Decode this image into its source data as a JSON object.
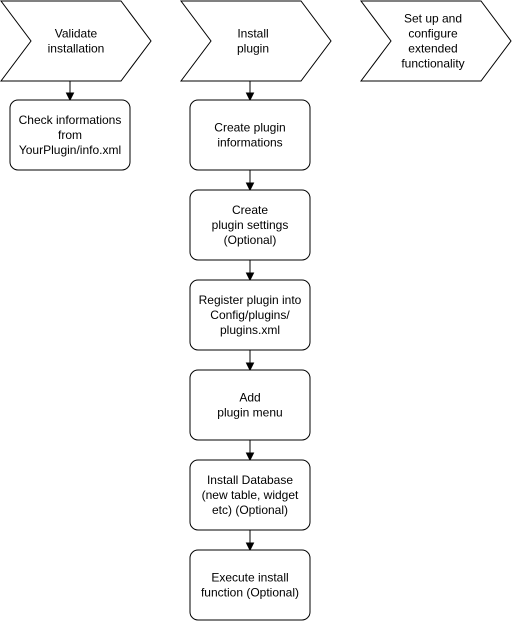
{
  "phases": [
    {
      "id": "validate",
      "lines": [
        "Validate",
        "installation"
      ]
    },
    {
      "id": "install",
      "lines": [
        "Install",
        "plugin"
      ]
    },
    {
      "id": "extend",
      "lines": [
        "Set up and",
        "configure",
        "extended",
        "functionality"
      ]
    }
  ],
  "steps": [
    {
      "id": "check-info",
      "phase": "validate",
      "lines": [
        "Check informations",
        "from",
        "YourPlugin/info.xml"
      ]
    },
    {
      "id": "create-info",
      "phase": "install",
      "lines": [
        "Create plugin",
        "informations"
      ]
    },
    {
      "id": "create-settings",
      "phase": "install",
      "lines": [
        "Create",
        "plugin settings",
        "(Optional)"
      ]
    },
    {
      "id": "register-plugin",
      "phase": "install",
      "lines": [
        "Register plugin into",
        "Config/plugins/",
        "plugins.xml"
      ]
    },
    {
      "id": "add-menu",
      "phase": "install",
      "lines": [
        "Add",
        "plugin menu"
      ]
    },
    {
      "id": "install-db",
      "phase": "install",
      "lines": [
        "Install Database",
        "(new table, widget",
        "etc) (Optional)"
      ]
    },
    {
      "id": "execute-install",
      "phase": "install",
      "lines": [
        "Execute install",
        "function (Optional)"
      ]
    }
  ],
  "connections": [
    {
      "from": "validate",
      "to": "check-info"
    },
    {
      "from": "install",
      "to": "create-info"
    },
    {
      "from": "create-info",
      "to": "create-settings"
    },
    {
      "from": "create-settings",
      "to": "register-plugin"
    },
    {
      "from": "register-plugin",
      "to": "add-menu"
    },
    {
      "from": "add-menu",
      "to": "install-db"
    },
    {
      "from": "install-db",
      "to": "execute-install"
    }
  ]
}
